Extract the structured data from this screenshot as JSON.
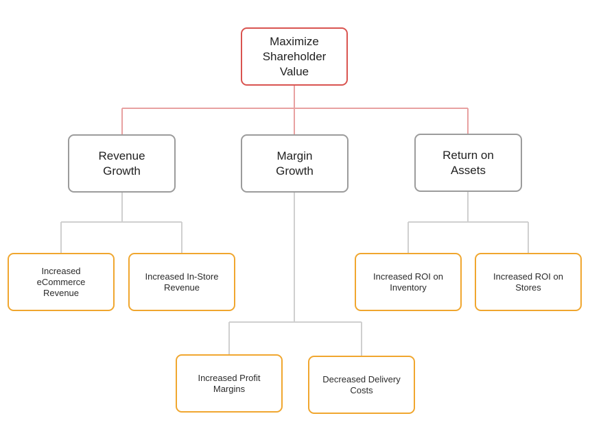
{
  "colors": {
    "root_border": "#d9534f",
    "root_connector": "#e8a0a0",
    "mid_border": "#9b9b9b",
    "mid_connector": "#cfcfcf",
    "leaf_border": "#f0a62e"
  },
  "root": {
    "lines": [
      "Maximize",
      "Shareholder",
      "Value"
    ]
  },
  "branches": [
    {
      "lines": [
        "Revenue",
        "Growth"
      ],
      "children": [
        {
          "lines": [
            "Increased",
            "eCommerce",
            "Revenue"
          ]
        },
        {
          "lines": [
            "Increased In-Store",
            "Revenue"
          ]
        }
      ]
    },
    {
      "lines": [
        "Margin",
        "Growth"
      ],
      "children": [
        {
          "lines": [
            "Increased Profit",
            "Margins"
          ]
        },
        {
          "lines": [
            "Decreased Delivery",
            "Costs"
          ]
        }
      ]
    },
    {
      "lines": [
        "Return on",
        "Assets"
      ],
      "children": [
        {
          "lines": [
            "Increased ROI on",
            "Inventory"
          ]
        },
        {
          "lines": [
            "Increased ROI on",
            "Stores"
          ]
        }
      ]
    }
  ]
}
